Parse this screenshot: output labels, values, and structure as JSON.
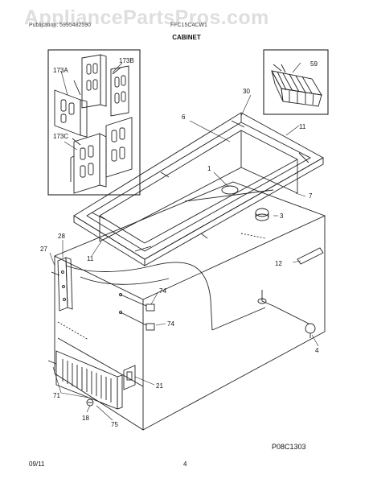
{
  "header": {
    "brand": "AppliancePartsPros.com",
    "publication_line": "Publication: 5995482590",
    "model_line": "FFC15C4CW1",
    "section_title": "CABINET"
  },
  "footer": {
    "date": "09/11",
    "page_number": "4",
    "figure_code": "P08C1303"
  },
  "part_labels": {
    "p1": "1",
    "p3": "3",
    "p4": "4",
    "p6": "6",
    "p7": "7",
    "p11a": "11",
    "p11b": "11",
    "p12": "12",
    "p18": "18",
    "p21": "21",
    "p27": "27",
    "p28": "28",
    "p30": "30",
    "p59": "59",
    "p71": "71",
    "p74a": "74",
    "p74b": "74",
    "p75": "75",
    "p173a": "173A",
    "p173b": "173B",
    "p173c": "173C"
  }
}
